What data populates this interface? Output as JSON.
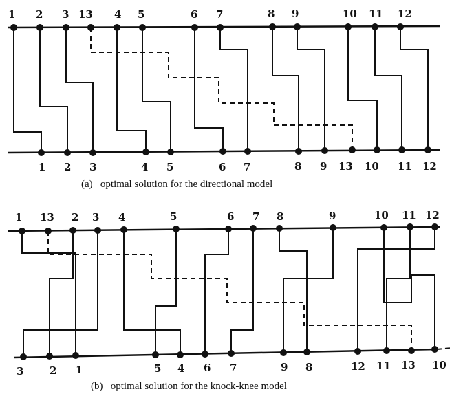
{
  "panel_a": {
    "top_labels": [
      "1",
      "2",
      "3",
      "13",
      "4",
      "5",
      "6",
      "7",
      "8",
      "9",
      "10",
      "11",
      "12"
    ],
    "bottom_labels": [
      "1",
      "2",
      "3",
      "4",
      "5",
      "6",
      "7",
      "8",
      "9",
      "13",
      "10",
      "11",
      "12"
    ],
    "caption": "(a)   optimal solution for the directional model"
  },
  "panel_b": {
    "top_labels": [
      "1",
      "13",
      "2",
      "3",
      "4",
      "5",
      "6",
      "7",
      "8",
      "9",
      "10",
      "11",
      "12"
    ],
    "bottom_labels": [
      "3",
      "2",
      "1",
      "5",
      "4",
      "6",
      "7",
      "9",
      "8",
      "12",
      "11",
      "13",
      "10"
    ],
    "caption": "(b)   optimal solution for the knock-knee model"
  },
  "colors": {
    "ink": "#111111",
    "background": "#ffffff"
  }
}
